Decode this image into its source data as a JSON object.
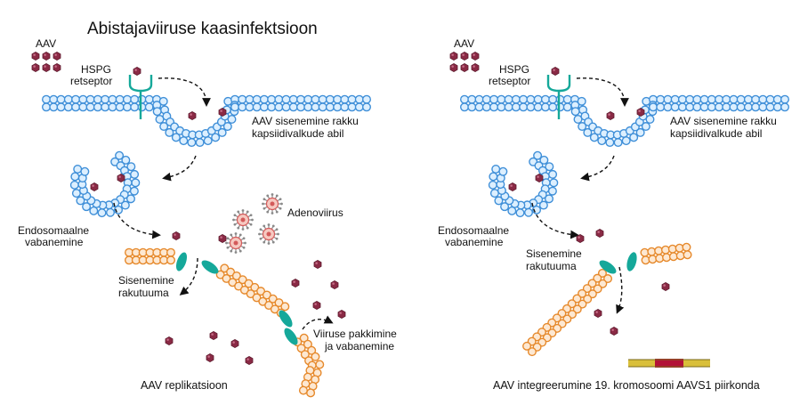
{
  "title": "Abistajaviiruse kaasinfektsioon",
  "left_panel": {
    "aav": "AAV",
    "hspg_line1": "HSPG",
    "hspg_line2": "retseptor",
    "entry_line1": "AAV sisenemine rakku",
    "entry_line2": "kapsiidivalkude abil",
    "endo_line1": "Endosomaalne",
    "endo_line2": "vabanemine",
    "adenovirus": "Adenoviirus",
    "nucleus_line1": "Sisenemine",
    "nucleus_line2": "rakutuuma",
    "pack_line1": "Viiruse pakkimine",
    "pack_line2": "ja vabanemine",
    "caption": "AAV replikatsioon"
  },
  "right_panel": {
    "aav": "AAV",
    "hspg_line1": "HSPG",
    "hspg_line2": "retseptor",
    "entry_line1": "AAV sisenemine rakku",
    "entry_line2": "kapsiidivalkude abil",
    "endo_line1": "Endosomaalne",
    "endo_line2": "vabanemine",
    "nucleus_line1": "Sisenemine",
    "nucleus_line2": "rakutuuma",
    "caption": "AAV integreerumine 19. kromosoomi AAVS1 piirkonda"
  },
  "colors": {
    "membrane": "#3f8fd8",
    "membrane_fill": "#dcefff",
    "nucleus": "#e6892b",
    "nucleus_fill": "#fde8d2",
    "pore": "#15a89a",
    "aav": "#8a2a45",
    "adenovirus": "#d35a5a",
    "chromosome_yellow": "#d9bf3a",
    "chromosome_red": "#b31237"
  }
}
